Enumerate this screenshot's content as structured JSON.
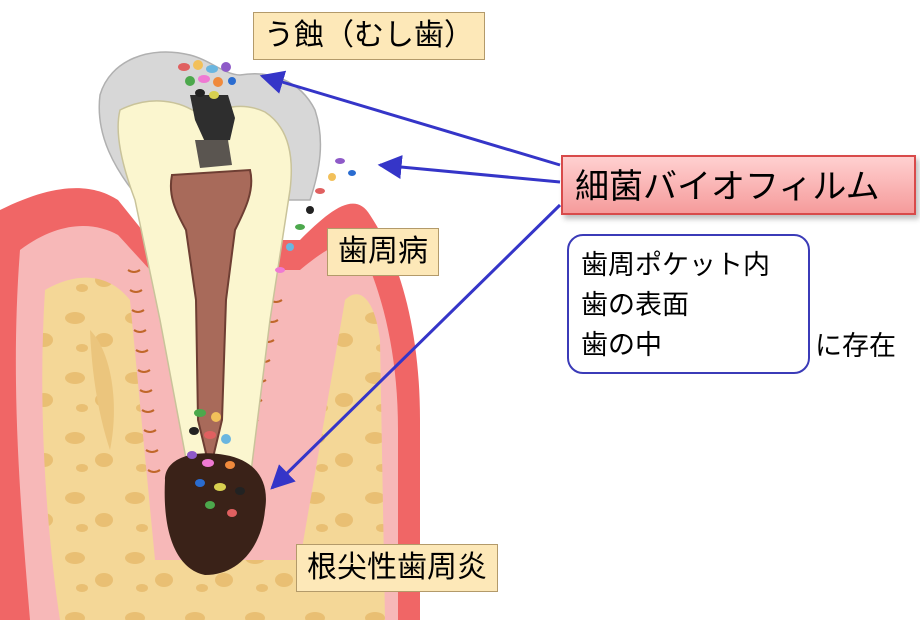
{
  "labels": {
    "caries": "う蝕（むし歯）",
    "periodontal": "歯周病",
    "apical": "根尖性歯周炎",
    "biofilm": "細菌バイオフィルム",
    "locations": [
      "歯周ポケット内",
      "歯の表面",
      "歯の中"
    ],
    "exists": "に存在"
  },
  "colors": {
    "gum": "#f06666",
    "gum_light": "#f7b8b8",
    "bone": "#f4d797",
    "enamel": "#d7d7d7",
    "dentin": "#fbf6cf",
    "pulp": "#a86a5a",
    "label_fill": "#fde8b8",
    "biofilm_fill": "#f59b9b",
    "arrow": "#3535c8",
    "location_border": "#3b3bb8"
  },
  "icons": [
    "tooth-cross-section-illustration",
    "bacteria-cluster-icon",
    "arrow-icon"
  ]
}
